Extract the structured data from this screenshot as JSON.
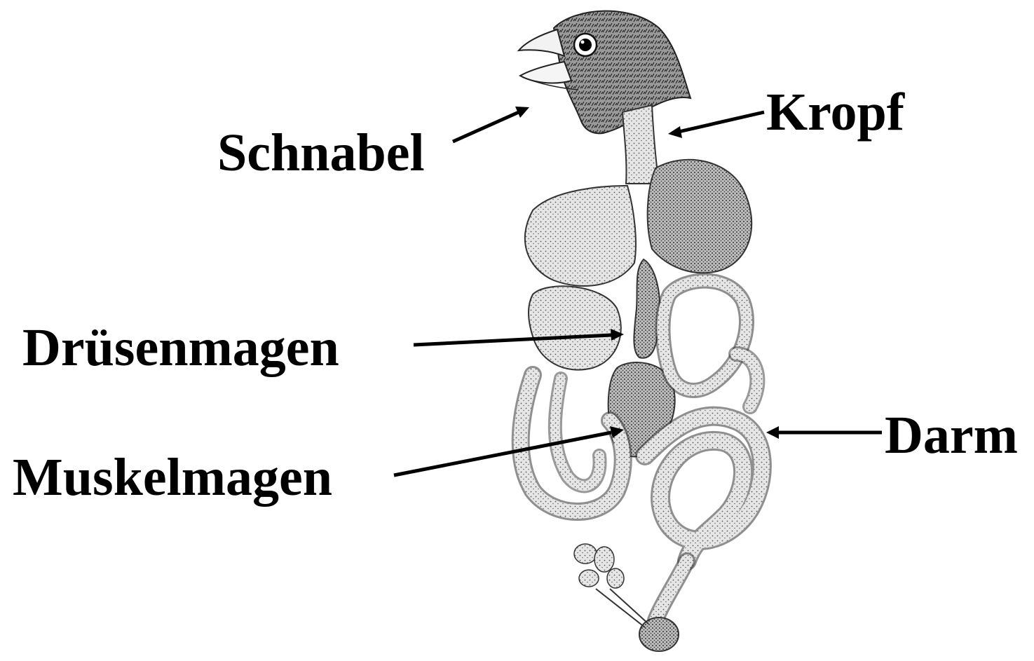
{
  "labels": {
    "beak": "Schnabel",
    "crop": "Kropf",
    "proventriculus": "Drüsenmagen",
    "gizzard": "Muskelmagen",
    "intestine": "Darm"
  },
  "colors": {
    "text": "#000000",
    "organ_fill": "#cfcfcf",
    "organ_dark": "#8a8a8a",
    "outline": "#2a2a2a",
    "background": "#ffffff"
  },
  "illustration": "stippled-bird-digestive-tract"
}
